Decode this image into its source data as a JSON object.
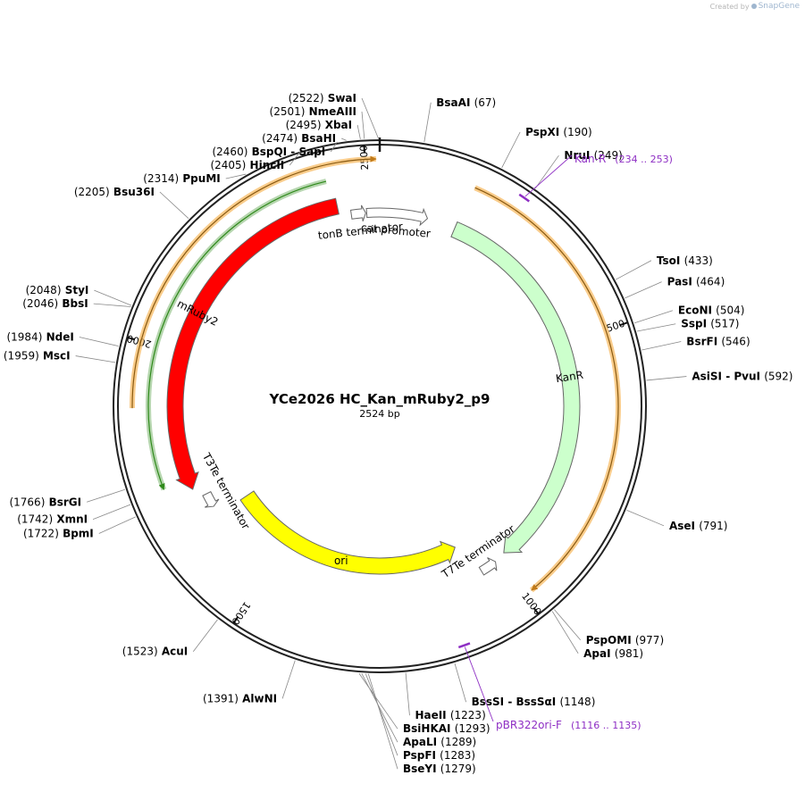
{
  "credit": {
    "prefix": "Created by",
    "brand": "SnapGene"
  },
  "plasmid": {
    "name": "YCe2026 HC_Kan_mRuby2_p9",
    "length_label": "2524 bp",
    "length": 2524
  },
  "ruler": [
    {
      "label": "500",
      "pos": 500
    },
    {
      "label": "1000",
      "pos": 1000
    },
    {
      "label": "1500",
      "pos": 1500
    },
    {
      "label": "2000",
      "pos": 2000
    },
    {
      "label": "2500",
      "pos": 2500
    }
  ],
  "features": [
    {
      "name": "tonB terminator",
      "type": "terminator",
      "start": 2465,
      "end": 2495,
      "strand": 1,
      "color": "#ffffff"
    },
    {
      "name": "cat promoter",
      "type": "promoter",
      "start": 2497,
      "end": 100,
      "strand": 1,
      "color": "#ffffff"
    },
    {
      "name": "KanR",
      "type": "cds",
      "start": 160,
      "end": 980,
      "strand": 1,
      "color": "#ccffcc"
    },
    {
      "name": "T7Te terminator",
      "type": "terminator",
      "start": 1005,
      "end": 1040,
      "strand": -1,
      "color": "#ffffff"
    },
    {
      "name": "ori",
      "type": "rep_origin",
      "start": 1065,
      "end": 1655,
      "strand": -1,
      "color": "#ffff00"
    },
    {
      "name": "T3Te terminator",
      "type": "terminator",
      "start": 1675,
      "end": 1705,
      "strand": -1,
      "color": "#ffffff"
    },
    {
      "name": "mRuby2",
      "type": "cds",
      "start": 1725,
      "end": 2440,
      "strand": -1,
      "color": "#ff0000"
    }
  ],
  "arcs": [
    {
      "kind": "orange",
      "start": 1890,
      "end": 2518,
      "strand": 1
    },
    {
      "kind": "green",
      "start": 1745,
      "end": 2430,
      "strand": -1
    },
    {
      "kind": "orange",
      "start": 165,
      "end": 985,
      "strand": 1
    }
  ],
  "sites": [
    {
      "name": "SwaI",
      "pos_label": "(2522)",
      "pos": 2522
    },
    {
      "name": "NmeAIII",
      "pos_label": "(2501)",
      "pos": 2501
    },
    {
      "name": "XbaI",
      "pos_label": "(2495)",
      "pos": 2495
    },
    {
      "name": "BsaHI",
      "pos_label": "(2474)",
      "pos": 2474
    },
    {
      "name": "BspQI",
      "name2": "SapI",
      "pos_label": "(2460)",
      "pos": 2460
    },
    {
      "name": "HincII",
      "pos_label": "(2405)",
      "pos": 2405
    },
    {
      "name": "PpuMI",
      "pos_label": "(2314)",
      "pos": 2314
    },
    {
      "name": "Bsu36I",
      "pos_label": "(2205)",
      "pos": 2205
    },
    {
      "name": "StyI",
      "pos_label": "(2048)",
      "pos": 2048
    },
    {
      "name": "BbsI",
      "pos_label": "(2046)",
      "pos": 2046
    },
    {
      "name": "NdeI",
      "pos_label": "(1984)",
      "pos": 1984
    },
    {
      "name": "MscI",
      "pos_label": "(1959)",
      "pos": 1959
    },
    {
      "name": "BsrGI",
      "pos_label": "(1766)",
      "pos": 1766
    },
    {
      "name": "XmnI",
      "pos_label": "(1742)",
      "pos": 1742
    },
    {
      "name": "BpmI",
      "pos_label": "(1722)",
      "pos": 1722
    },
    {
      "name": "AcuI",
      "pos_label": "(1523)",
      "pos": 1523
    },
    {
      "name": "AlwNI",
      "pos_label": "(1391)",
      "pos": 1391
    },
    {
      "name": "BsiHKAI",
      "pos_label": "(1293)",
      "pos": 1293
    },
    {
      "name": "ApaLI",
      "pos_label": "(1289)",
      "pos": 1289
    },
    {
      "name": "PspFI",
      "pos_label": "(1283)",
      "pos": 1283
    },
    {
      "name": "BseYI",
      "pos_label": "(1279)",
      "pos": 1279
    },
    {
      "name": "HaeII",
      "pos_label": "(1223)",
      "pos": 1223
    },
    {
      "name": "BssSI",
      "name2": "BssSαI",
      "pos_label": "(1148)",
      "pos": 1148
    },
    {
      "name": "ApaI",
      "pos_label": "(981)",
      "pos": 981
    },
    {
      "name": "PspOMI",
      "pos_label": "(977)",
      "pos": 977
    },
    {
      "name": "AseI",
      "pos_label": "(791)",
      "pos": 791
    },
    {
      "name": "AsiSI",
      "name2": "PvuI",
      "pos_label": "(592)",
      "pos": 592
    },
    {
      "name": "BsrFI",
      "pos_label": "(546)",
      "pos": 546
    },
    {
      "name": "SspI",
      "pos_label": "(517)",
      "pos": 517
    },
    {
      "name": "EcoNI",
      "pos_label": "(504)",
      "pos": 504
    },
    {
      "name": "PasI",
      "pos_label": "(464)",
      "pos": 464
    },
    {
      "name": "TsoI",
      "pos_label": "(433)",
      "pos": 433
    },
    {
      "name": "NruI",
      "pos_label": "(249)",
      "pos": 249
    },
    {
      "name": "PspXI",
      "pos_label": "(190)",
      "pos": 190
    },
    {
      "name": "BsaAI",
      "pos_label": "(67)",
      "pos": 67
    }
  ],
  "primers": [
    {
      "name": "Kan-R",
      "range_label": "(234 .. 253)",
      "start": 234,
      "end": 253
    },
    {
      "name": "pBR322ori-F",
      "range_label": "(1116 .. 1135)",
      "start": 1116,
      "end": 1135
    }
  ],
  "colors": {
    "primer": "#8e2fc4",
    "orange_arc": "#f7b75a",
    "green_arc": "#2f8a1b"
  }
}
